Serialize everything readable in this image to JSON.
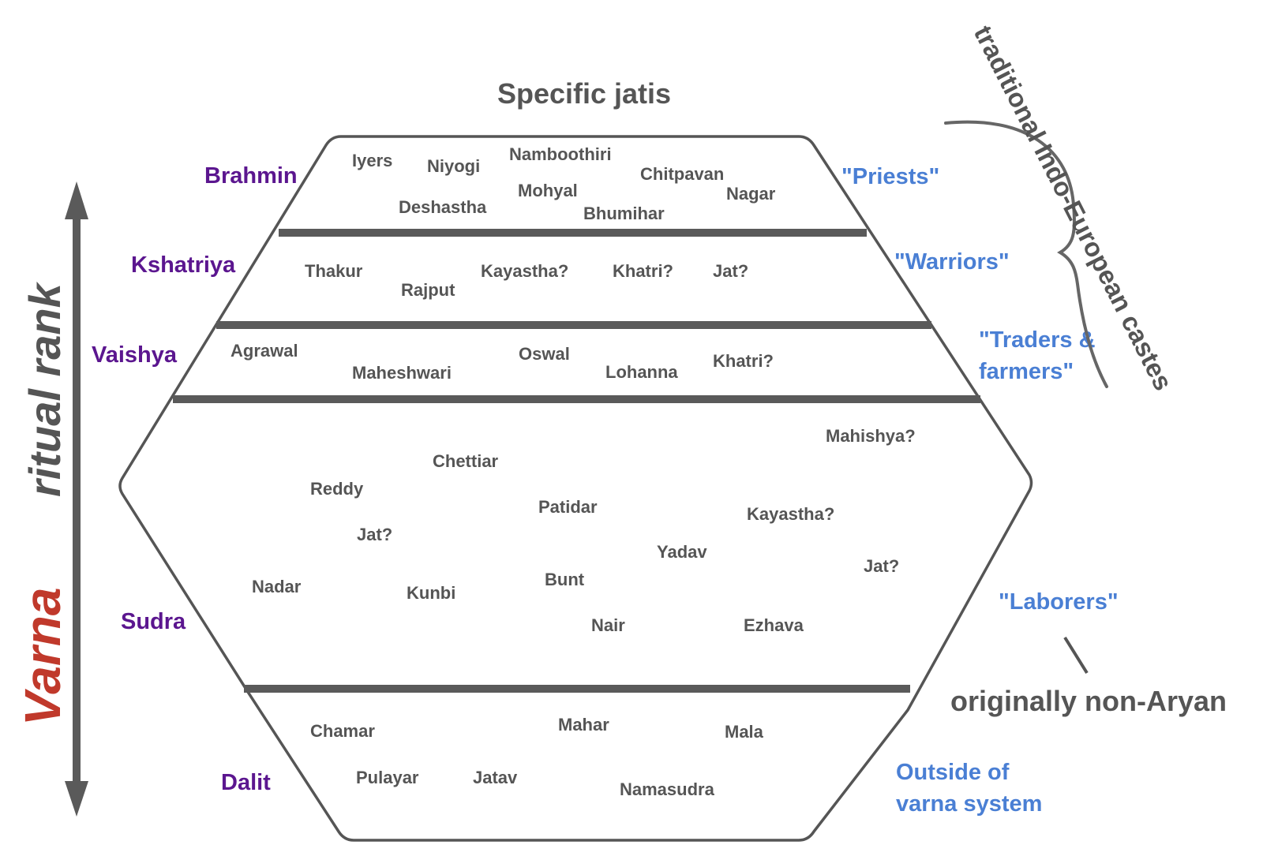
{
  "heading": "Specific jatis",
  "axis": {
    "varna_label": "Varna",
    "rank_label": "ritual rank"
  },
  "varnas": {
    "brahmin": {
      "name": "Brahmin",
      "role": "\"Priests\"",
      "jatis": [
        "Iyers",
        "Niyogi",
        "Namboothiri",
        "Chitpavan",
        "Deshastha",
        "Mohyal",
        "Nagar",
        "Bhumihar"
      ]
    },
    "kshatriya": {
      "name": "Kshatriya",
      "role": "\"Warriors\"",
      "jatis": [
        "Thakur",
        "Rajput",
        "Kayastha?",
        "Khatri?",
        "Jat?"
      ]
    },
    "vaishya": {
      "name": "Vaishya",
      "role_line1": "\"Traders &",
      "role_line2": "farmers\"",
      "jatis": [
        "Agrawal",
        "Maheshwari",
        "Oswal",
        "Lohanna",
        "Khatri?"
      ]
    },
    "sudra": {
      "name": "Sudra",
      "role": "\"Laborers\"",
      "jatis": [
        "Mahishya?",
        "Chettiar",
        "Reddy",
        "Patidar",
        "Kayastha?",
        "Jat?",
        "Yadav",
        "Jat?",
        "Nadar",
        "Kunbi",
        "Bunt",
        "Nair",
        "Ezhava"
      ]
    },
    "dalit": {
      "name": "Dalit",
      "role_line1": "Outside of",
      "role_line2": "varna system",
      "jatis": [
        "Chamar",
        "Mahar",
        "Mala",
        "Pulayar",
        "Jatav",
        "Namasudra"
      ]
    }
  },
  "brace_label": "traditional Indo-European castes",
  "non_aryan_label": "originally non-Aryan",
  "colors": {
    "varna_name": "#5b168f",
    "role_text": "#4a7fd4",
    "axis_red": "#c0392b",
    "outline": "#555555",
    "divider": "#5a5a5a"
  }
}
